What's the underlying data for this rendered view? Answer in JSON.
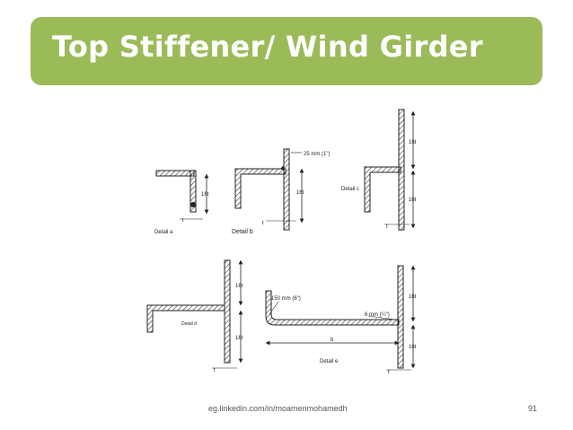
{
  "slide": {
    "title": "Top Stiffener/ Wind Girder",
    "footer_url": "eg.linkedin.com/in/moamenmohamedh",
    "page_number": "91"
  },
  "diagram": {
    "detail_a": {
      "caption": "Detail a",
      "dim": "16t",
      "t": "t"
    },
    "detail_b": {
      "caption": "Detail b",
      "dim_top": "25 mm (1\")",
      "dim": "16t",
      "t": "t"
    },
    "detail_c": {
      "caption": "Detail c",
      "dim_top": "16t",
      "dim_bottom": "16t",
      "t": "t"
    },
    "detail_d": {
      "caption": "Detail d",
      "dim_top": "16t",
      "dim_bottom": "16t",
      "t": "t"
    },
    "detail_e": {
      "caption": "Detail e",
      "radius": "150 mm (6\")",
      "weld": "6 mm (¼\")",
      "b": "b",
      "dim_top": "16t",
      "dim_bottom": "16t",
      "t": "t"
    }
  }
}
